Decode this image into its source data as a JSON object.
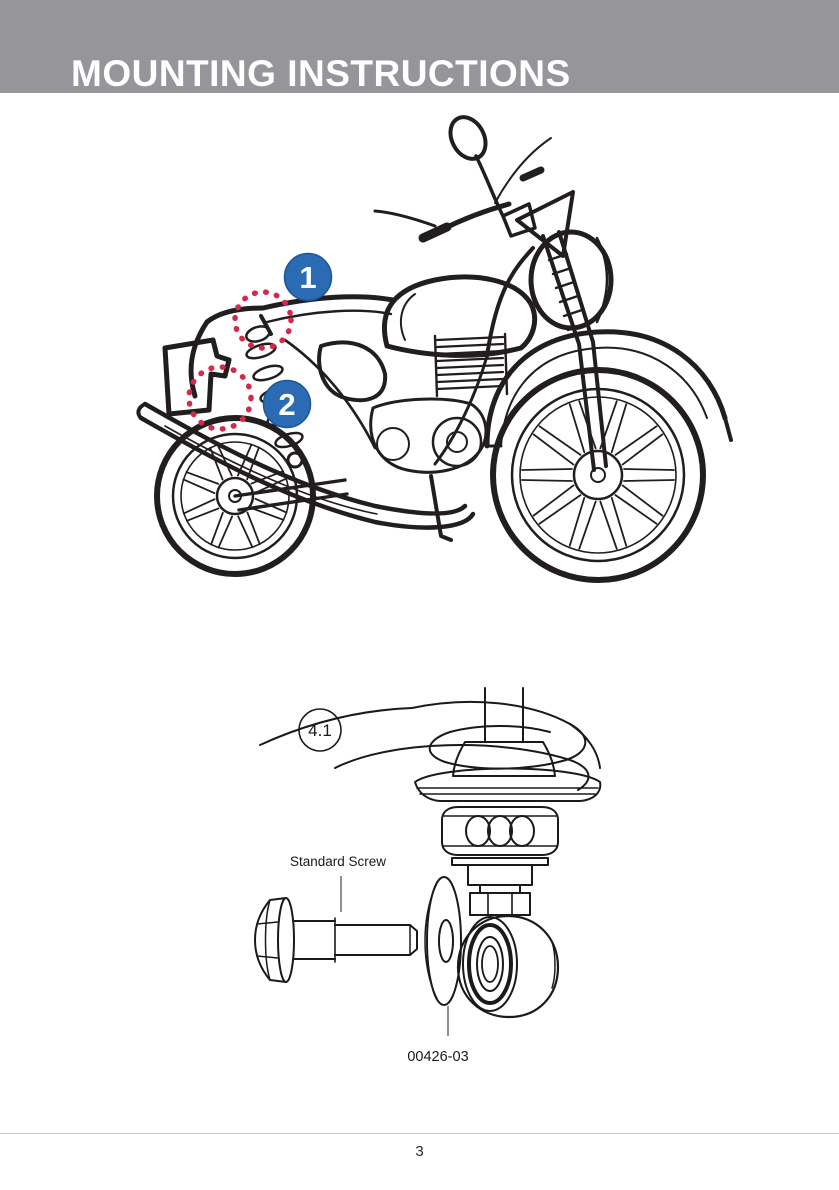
{
  "header": {
    "title": "MOUNTING INSTRUCTIONS",
    "bg_color": "#96969a",
    "text_color": "#ffffff"
  },
  "figure1": {
    "description": "motorcycle side view line illustration with mounting point callouts",
    "callouts": [
      {
        "label": "1"
      },
      {
        "label": "2"
      }
    ]
  },
  "figure2": {
    "ref_label": "4.1",
    "part_label": "Standard Screw",
    "part_number": "00426-03",
    "description": "rear shock lower eye with standard screw and washer exploded view"
  },
  "footer": {
    "page_number": "3"
  },
  "colors": {
    "callout_blue": "#2a6bb3",
    "callout_blue_edge": "#1d5596",
    "highlight_red": "#d6294a",
    "line_black": "#221e1f",
    "footer_rule": "#cacaca"
  }
}
